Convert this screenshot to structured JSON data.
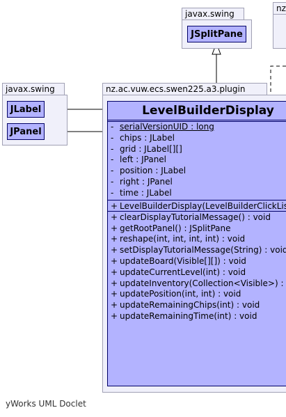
{
  "packages": {
    "swing_top": {
      "name": "javax.swing"
    },
    "swing_left": {
      "name": "javax.swing"
    },
    "plugin": {
      "name": "nz.ac.vuw.ecs.swen225.a3.plugin"
    },
    "partial_right": {
      "name": "nz"
    }
  },
  "classes": {
    "jsplitpane": "JSplitPane",
    "jlabel": "JLabel",
    "jpanel": "JPanel"
  },
  "main_class": {
    "name": "LevelBuilderDisplay",
    "fields": [
      {
        "vis": "-",
        "text": "serialVersionUID : long",
        "static": true
      },
      {
        "vis": "-",
        "text": "chips : JLabel"
      },
      {
        "vis": "-",
        "text": "grid : JLabel[][]"
      },
      {
        "vis": "-",
        "text": "left : JPanel"
      },
      {
        "vis": "-",
        "text": "position : JLabel"
      },
      {
        "vis": "-",
        "text": "right : JPanel"
      },
      {
        "vis": "-",
        "text": "time : JLabel"
      }
    ],
    "constructors": [
      {
        "vis": "+",
        "text": "LevelBuilderDisplay(LevelBuilderClickListener)"
      }
    ],
    "methods": [
      {
        "vis": "+",
        "text": "clearDisplayTutorialMessage() : void"
      },
      {
        "vis": "+",
        "text": "getRootPanel() : JSplitPane"
      },
      {
        "vis": "+",
        "text": "reshape(int, int, int, int) : void"
      },
      {
        "vis": "+",
        "text": "setDisplayTutorialMessage(String) : void"
      },
      {
        "vis": "+",
        "text": "updateBoard(Visible[][]) : void"
      },
      {
        "vis": "+",
        "text": "updateCurrentLevel(int) : void"
      },
      {
        "vis": "+",
        "text": "updateInventory(Collection<Visible>) : void"
      },
      {
        "vis": "+",
        "text": "updatePosition(int, int) : void"
      },
      {
        "vis": "+",
        "text": "updateRemainingChips(int) : void"
      },
      {
        "vis": "+",
        "text": "updateRemainingTime(int) : void"
      }
    ]
  },
  "footer": "yWorks UML Doclet"
}
